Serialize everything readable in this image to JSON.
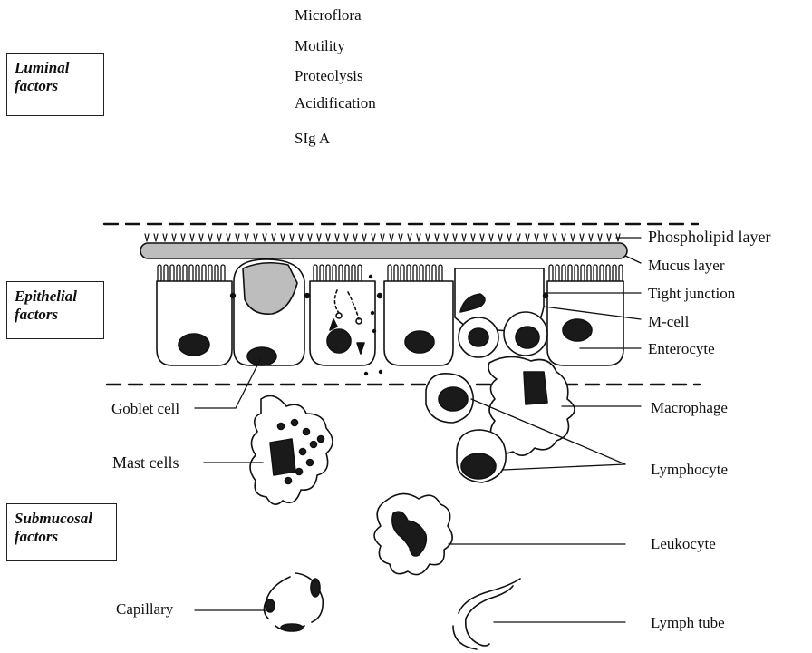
{
  "sections": {
    "luminal": [
      "Luminal",
      "factors"
    ],
    "epithelial": [
      "Epithelial",
      "factors"
    ],
    "submucosal": [
      "Submucosal",
      "factors"
    ]
  },
  "luminal_factors": [
    "Microflora",
    "Motility",
    "Proteolysis",
    "Acidification",
    "SIg A"
  ],
  "labels": {
    "phospholipid_layer": "Phospholipid layer",
    "mucus_layer": "Mucus layer",
    "tight_junction": "Tight junction",
    "m_cell": "M-cell",
    "enterocyte": "Enterocyte",
    "macrophage": "Macrophage",
    "lymphocyte": "Lymphocyte",
    "leukocyte": "Leukocyte",
    "lymph_tube": "Lymph tube",
    "goblet_cell": "Goblet cell",
    "mast_cells": "Mast cells",
    "capillary": "Capillary"
  },
  "colors": {
    "ink": "#111111",
    "mucus": "#bdbdbd",
    "nucleus": "#1a1a1a"
  }
}
